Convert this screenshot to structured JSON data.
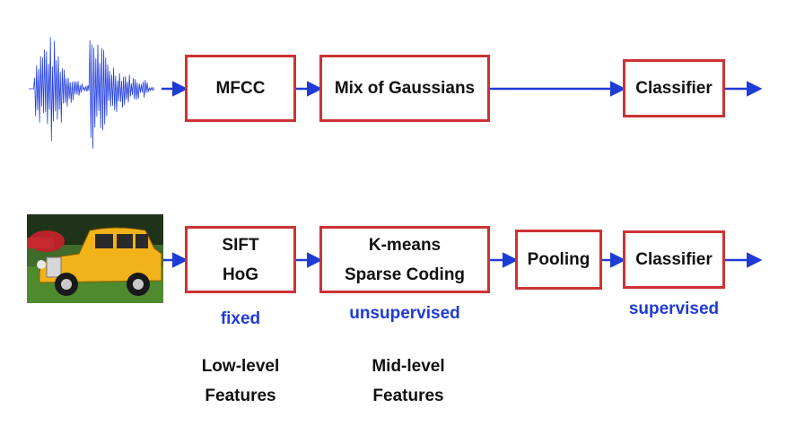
{
  "colors": {
    "box_border": "#cc3333",
    "arrow": "#1f3bd6",
    "label_blue": "#1f3bd6"
  },
  "audio_pipeline": {
    "input_icon": "waveform-icon",
    "stages": [
      "MFCC",
      "Mix of Gaussians",
      "Classifier"
    ]
  },
  "image_pipeline": {
    "input_icon": "car-photo-icon",
    "low_level": {
      "line1": "SIFT",
      "line2": "HoG"
    },
    "mid_level": {
      "line1": "K-means",
      "line2": "Sparse Coding"
    },
    "pooling": "Pooling",
    "classifier": "Classifier"
  },
  "labels": {
    "fixed": "fixed",
    "unsupervised": "unsupervised",
    "supervised": "supervised"
  },
  "captions": {
    "low": {
      "line1": "Low-level",
      "line2": "Features"
    },
    "mid": {
      "line1": "Mid-level",
      "line2": "Features"
    }
  }
}
